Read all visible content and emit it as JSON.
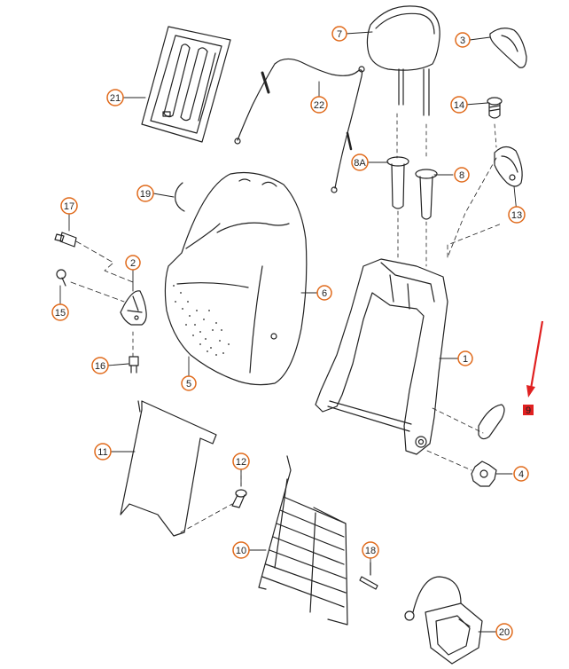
{
  "diagram": {
    "callouts": [
      {
        "id": "c21",
        "label": "21"
      },
      {
        "id": "c22",
        "label": "22"
      },
      {
        "id": "c7",
        "label": "7"
      },
      {
        "id": "c3",
        "label": "3"
      },
      {
        "id": "c14",
        "label": "14"
      },
      {
        "id": "c13",
        "label": "13"
      },
      {
        "id": "c8A",
        "label": "8A"
      },
      {
        "id": "c8",
        "label": "8"
      },
      {
        "id": "c19",
        "label": "19"
      },
      {
        "id": "c17",
        "label": "17"
      },
      {
        "id": "c2",
        "label": "2"
      },
      {
        "id": "c15",
        "label": "15"
      },
      {
        "id": "c16",
        "label": "16"
      },
      {
        "id": "c5",
        "label": "5"
      },
      {
        "id": "c6",
        "label": "6"
      },
      {
        "id": "c1",
        "label": "1"
      },
      {
        "id": "c9",
        "label": "9"
      },
      {
        "id": "c4",
        "label": "4"
      },
      {
        "id": "c11",
        "label": "11"
      },
      {
        "id": "c12",
        "label": "12"
      },
      {
        "id": "c10",
        "label": "10"
      },
      {
        "id": "c18",
        "label": "18"
      },
      {
        "id": "c20",
        "label": "20"
      }
    ],
    "colors": {
      "callout_stroke": "#e06a1b",
      "line": "#222222",
      "highlight_arrow": "#e02020",
      "highlight_fill": "#e02020"
    }
  }
}
